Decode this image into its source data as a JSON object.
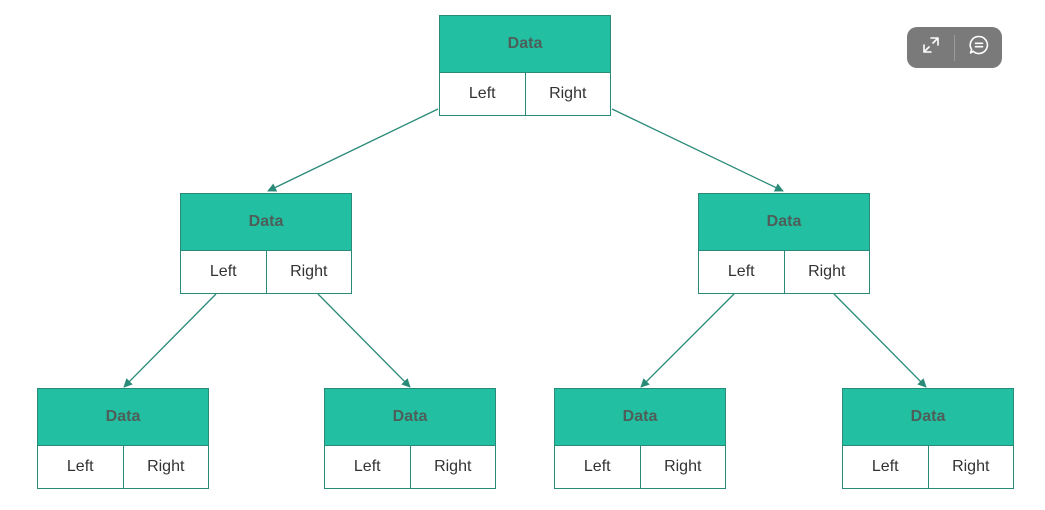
{
  "tree": {
    "nodes": [
      {
        "id": "root",
        "data": "Data",
        "left": "Left",
        "right": "Right"
      },
      {
        "id": "l",
        "data": "Data",
        "left": "Left",
        "right": "Right"
      },
      {
        "id": "r",
        "data": "Data",
        "left": "Left",
        "right": "Right"
      },
      {
        "id": "ll",
        "data": "Data",
        "left": "Left",
        "right": "Right"
      },
      {
        "id": "lr",
        "data": "Data",
        "left": "Left",
        "right": "Right"
      },
      {
        "id": "rl",
        "data": "Data",
        "left": "Left",
        "right": "Right"
      },
      {
        "id": "rr",
        "data": "Data",
        "left": "Left",
        "right": "Right"
      }
    ],
    "edges": [
      {
        "from": "root",
        "to": "l"
      },
      {
        "from": "root",
        "to": "r"
      },
      {
        "from": "l",
        "to": "ll"
      },
      {
        "from": "l",
        "to": "lr"
      },
      {
        "from": "r",
        "to": "rl"
      },
      {
        "from": "r",
        "to": "rr"
      }
    ]
  },
  "colors": {
    "node_header": "#22bfa3",
    "node_border": "#2a8a78",
    "edge": "#2a8a78",
    "toolbar_bg": "#7a7a7a"
  },
  "toolbar": {
    "buttons": [
      {
        "icon": "expand-icon"
      },
      {
        "icon": "comment-icon"
      }
    ]
  }
}
